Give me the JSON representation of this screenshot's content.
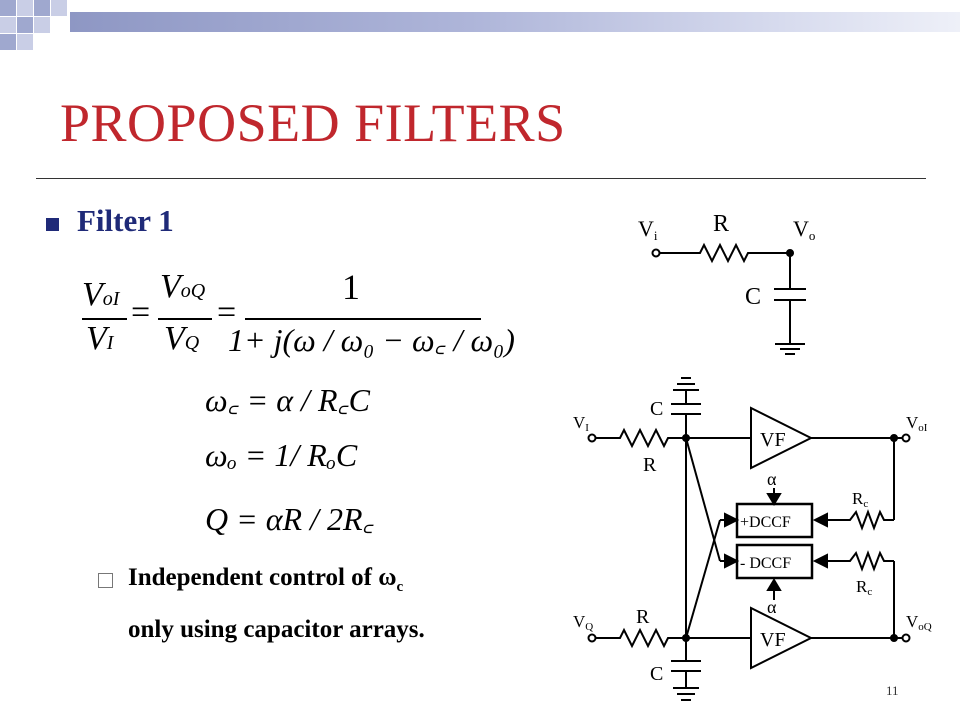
{
  "slide": {
    "title": "PROPOSED FILTERS",
    "bullet": "Filter 1",
    "sub_bullet_lines": [
      "Independent control of  ω",
      "only using capacitor arrays."
    ],
    "sub_bullet_subscript": "c",
    "page_number": "11",
    "colors": {
      "title": "#c0272d",
      "bullet": "#1f2a78"
    }
  },
  "equations": {
    "eq1": {
      "lhs1_num": "V",
      "lhs1_num_sub": "oI",
      "lhs1_den": "V",
      "lhs1_den_sub": "I",
      "lhs2_num": "V",
      "lhs2_num_sub": "oQ",
      "lhs2_den": "V",
      "lhs2_den_sub": "Q",
      "rhs_num": "1",
      "rhs_den": "1+ j(ω / ω₀ − ω꜀ / ω₀)"
    },
    "eq2": "ω꜀ = α / R꜀C",
    "eq3": "ωₒ = 1/ RₒC",
    "eq4": "Q = αR / 2R꜀"
  },
  "rc_circuit": {
    "vi_label": "V",
    "vi_sub": "i",
    "r_label": "R",
    "vo_label": "V",
    "vo_sub": "o",
    "c_label": "C"
  },
  "filter_circuit": {
    "vi": "V",
    "vi_sub": "I",
    "vq": "V",
    "vq_sub": "Q",
    "voi": "V",
    "voi_sub": "oI",
    "voq": "V",
    "voq_sub": "oQ",
    "c_top": "C",
    "r_top": "R",
    "r_bottom": "R",
    "c_bottom": "C",
    "vf_top": "VF",
    "vf_bottom": "VF",
    "alpha_top": "α",
    "alpha_bottom": "α",
    "rc_top": "R",
    "rc_top_sub": "c",
    "rc_bottom": "R",
    "rc_bottom_sub": "c",
    "dccf_plus": "+DCCF",
    "dccf_minus": "- DCCF"
  }
}
